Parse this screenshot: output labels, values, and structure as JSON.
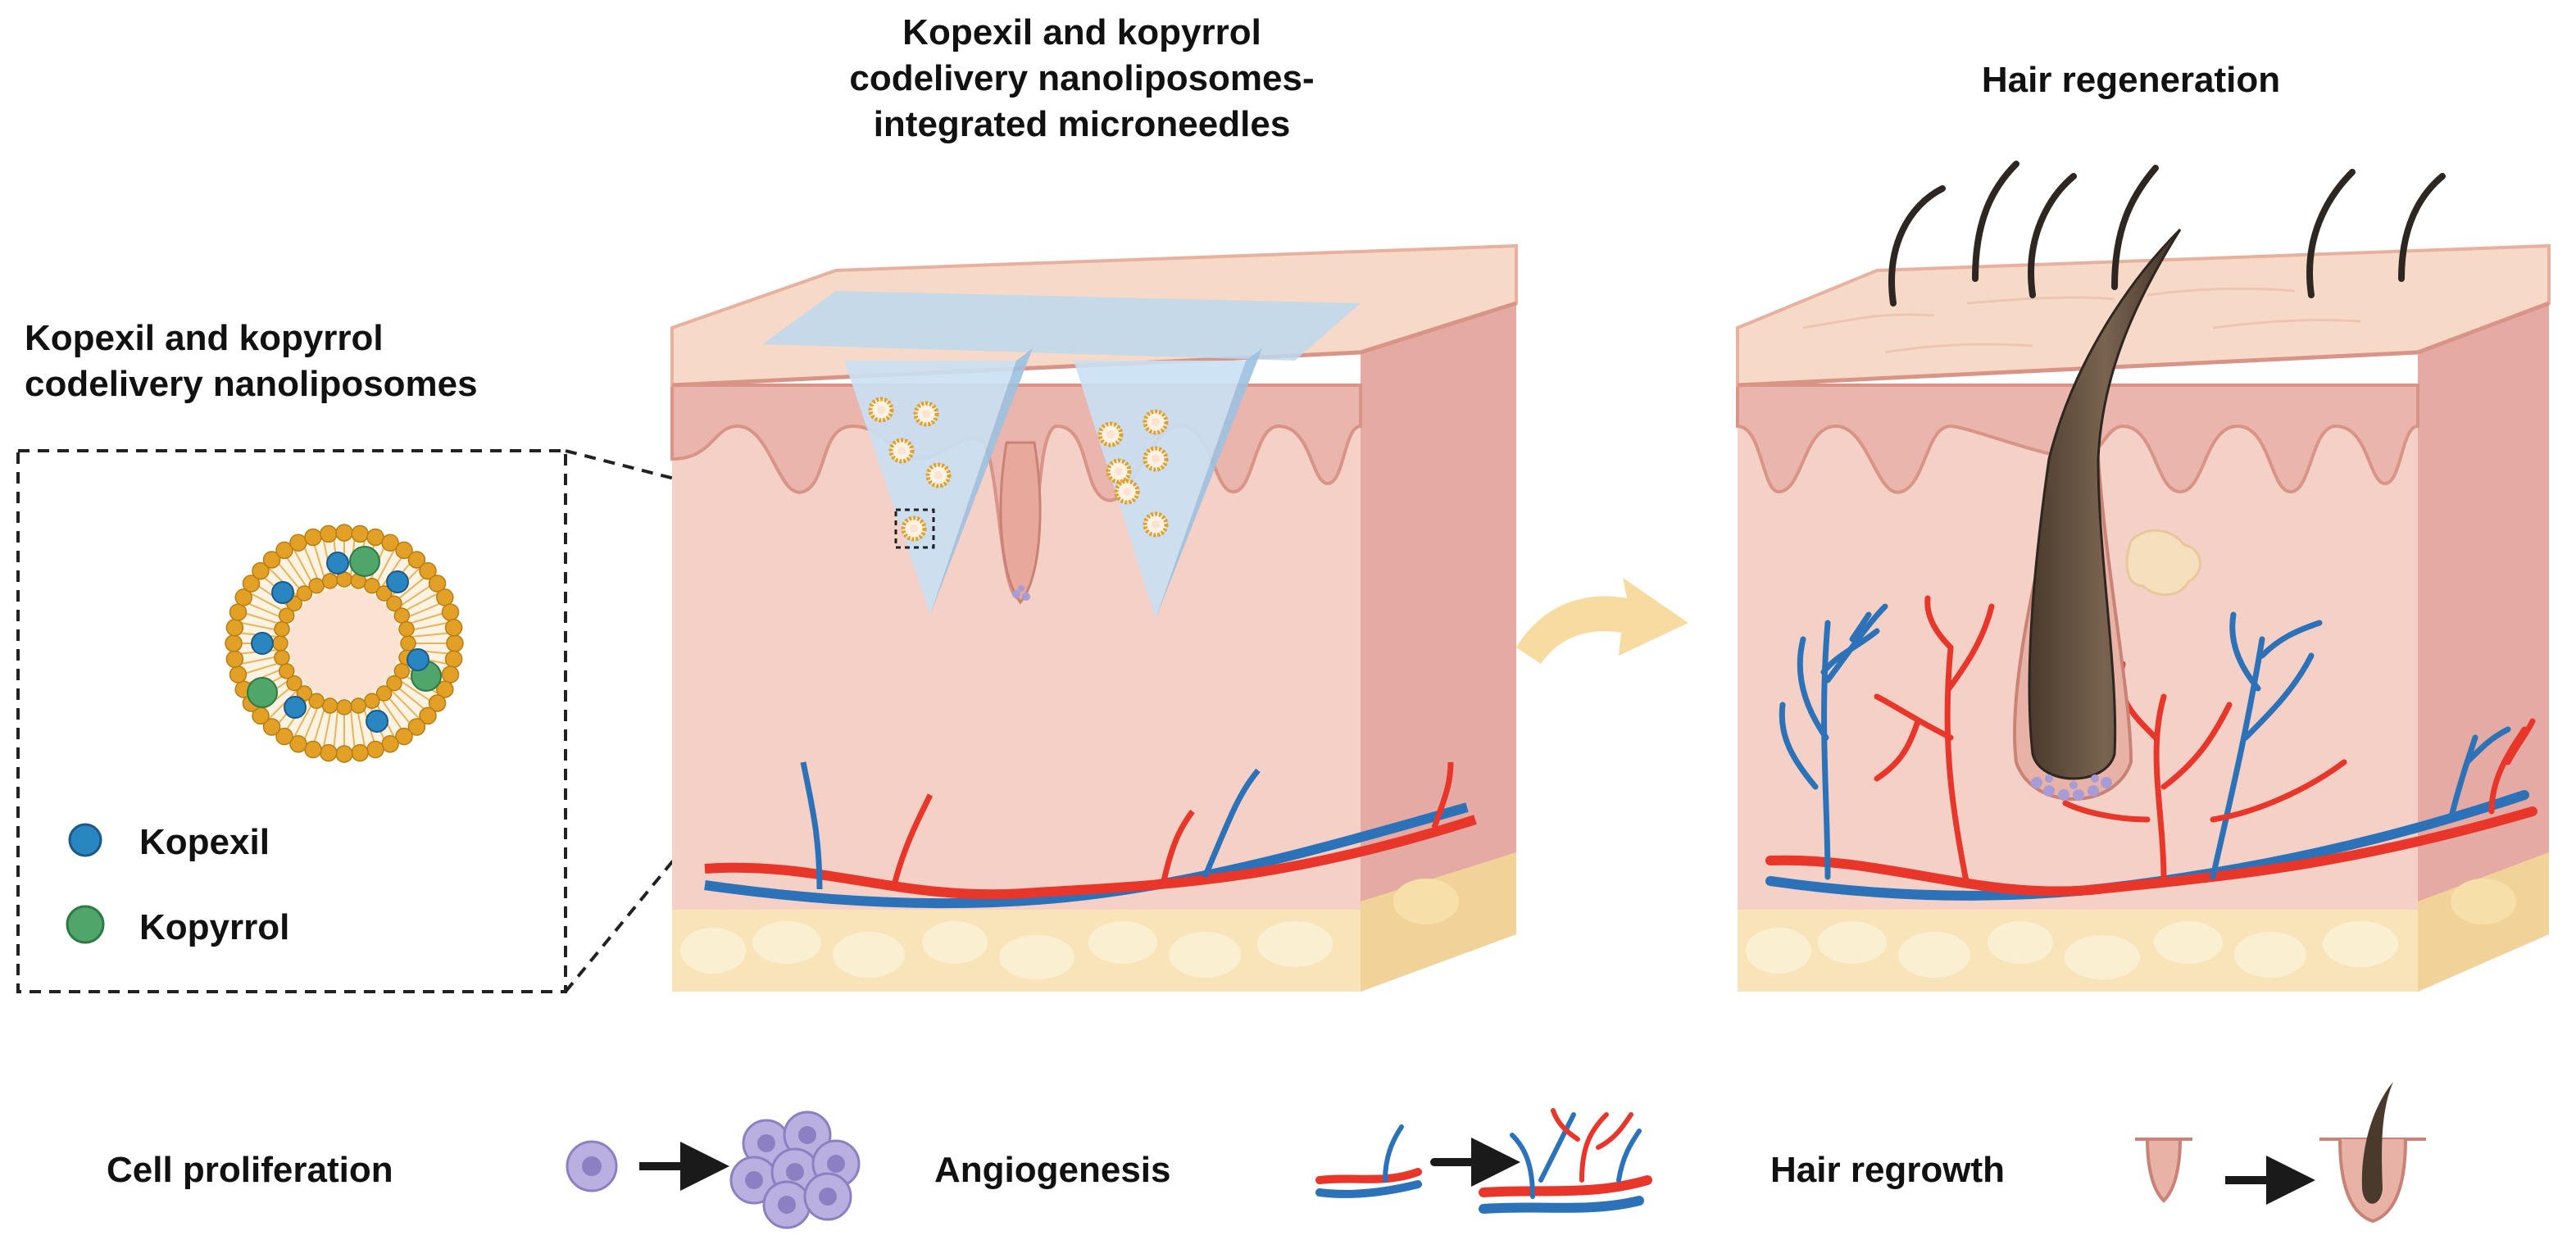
{
  "titles": {
    "microneedles": [
      "Kopexil and kopyrrol",
      "codelivery nanoliposomes-",
      "integrated microneedles"
    ],
    "hair_regeneration": "Hair regeneration",
    "nanoliposomes": [
      "Kopexil and kopyrrol",
      "codelivery nanoliposomes"
    ]
  },
  "legend": {
    "kopexil": {
      "label": "Kopexil",
      "color": "#2a86c0"
    },
    "kopyrrol": {
      "label": "Kopyrrol",
      "color": "#4fa56a"
    }
  },
  "bottom_row": {
    "cell_proliferation": "Cell proliferation",
    "angiogenesis": "Angiogenesis",
    "hair_regrowth": "Hair regrowth"
  },
  "colors": {
    "skin_top": "#f7d9c8",
    "skin_body": "#f2cfc4",
    "skin_side": "#e5aaa3",
    "fat": "#f8e4b8",
    "artery": "#e8362b",
    "vein": "#2c72b8",
    "microneedle": "#bcd8ef",
    "liposome": "#e2a126",
    "cell": "#b9b0e0",
    "arrow": "#f8dba0"
  }
}
